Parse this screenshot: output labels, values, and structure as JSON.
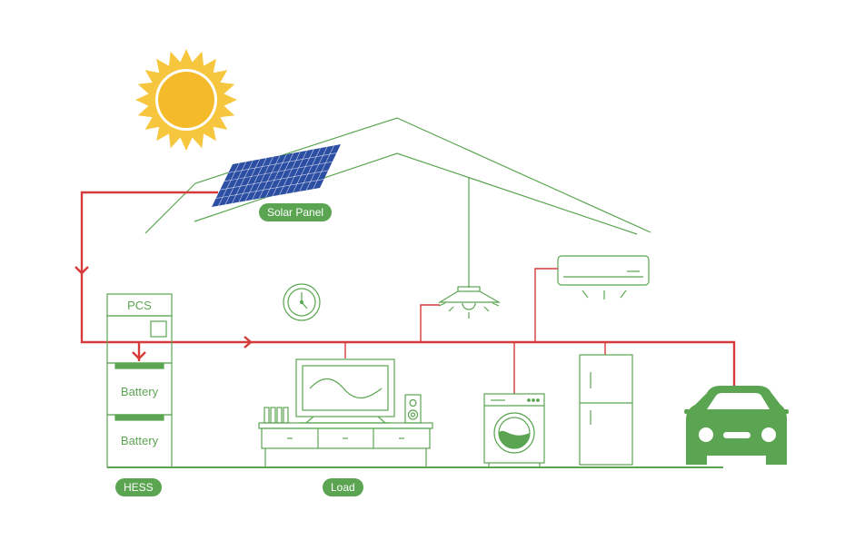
{
  "labels": {
    "solar_panel": "Solar Panel",
    "hess": "HESS",
    "load": "Load",
    "pcs": "PCS",
    "battery_top": "Battery",
    "battery_bottom": "Battery"
  },
  "colors": {
    "green": "#5ba552",
    "red": "#d63a3a",
    "sun_outer": "#f6c63e",
    "sun_inner": "#f4ba2a",
    "panel": "#2c4ea3"
  },
  "icons": [
    "sun-icon",
    "solar-panel-icon",
    "clock-icon",
    "ceiling-lamp-icon",
    "air-conditioner-icon",
    "tv-icon",
    "speaker-icon",
    "washing-machine-icon",
    "refrigerator-icon",
    "car-icon"
  ]
}
